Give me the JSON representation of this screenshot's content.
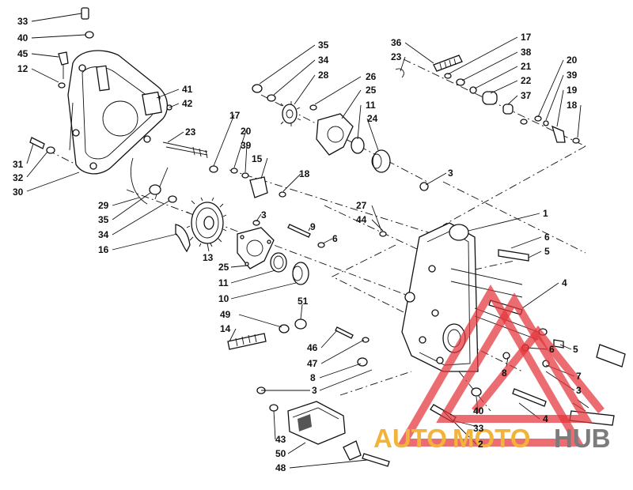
{
  "watermark": {
    "auto": "AUTO",
    "moto": "MOTO",
    "hub": "HUB",
    "colors": {
      "auto": "#f2b33a",
      "moto": "#f2b33a",
      "hub": "#7c7c7c",
      "triangle": "#e3343a"
    }
  },
  "labels": [
    {
      "id": "c33a",
      "text": "33"
    },
    {
      "id": "c40a",
      "text": "40"
    },
    {
      "id": "c45",
      "text": "45"
    },
    {
      "id": "c12",
      "text": "12"
    },
    {
      "id": "c31",
      "text": "31"
    },
    {
      "id": "c32",
      "text": "32"
    },
    {
      "id": "c30",
      "text": "30"
    },
    {
      "id": "c41",
      "text": "41"
    },
    {
      "id": "c42",
      "text": "42"
    },
    {
      "id": "c23a",
      "text": "23"
    },
    {
      "id": "c29",
      "text": "29"
    },
    {
      "id": "c35a",
      "text": "35"
    },
    {
      "id": "c34a",
      "text": "34"
    },
    {
      "id": "c16",
      "text": "16"
    },
    {
      "id": "c13",
      "text": "13"
    },
    {
      "id": "c25a",
      "text": "25"
    },
    {
      "id": "c11a",
      "text": "11"
    },
    {
      "id": "c10",
      "text": "10"
    },
    {
      "id": "c17a",
      "text": "17"
    },
    {
      "id": "c20a",
      "text": "20"
    },
    {
      "id": "c39a",
      "text": "39"
    },
    {
      "id": "c15",
      "text": "15"
    },
    {
      "id": "c18a",
      "text": "18"
    },
    {
      "id": "c3a",
      "text": "3"
    },
    {
      "id": "c9",
      "text": "9"
    },
    {
      "id": "c6a",
      "text": "6"
    },
    {
      "id": "c35b",
      "text": "35"
    },
    {
      "id": "c34b",
      "text": "34"
    },
    {
      "id": "c28",
      "text": "28"
    },
    {
      "id": "c26",
      "text": "26"
    },
    {
      "id": "c25b",
      "text": "25"
    },
    {
      "id": "c11b",
      "text": "11"
    },
    {
      "id": "c24",
      "text": "24"
    },
    {
      "id": "c36",
      "text": "36"
    },
    {
      "id": "c23b",
      "text": "23"
    },
    {
      "id": "c17b",
      "text": "17"
    },
    {
      "id": "c38",
      "text": "38"
    },
    {
      "id": "c21",
      "text": "21"
    },
    {
      "id": "c22",
      "text": "22"
    },
    {
      "id": "c37",
      "text": "37"
    },
    {
      "id": "c20b",
      "text": "20"
    },
    {
      "id": "c39b",
      "text": "39"
    },
    {
      "id": "c19",
      "text": "19"
    },
    {
      "id": "c18b",
      "text": "18"
    },
    {
      "id": "c3b",
      "text": "3"
    },
    {
      "id": "c27",
      "text": "27"
    },
    {
      "id": "c44",
      "text": "44"
    },
    {
      "id": "c1",
      "text": "1"
    },
    {
      "id": "c6b",
      "text": "6"
    },
    {
      "id": "c5a",
      "text": "5"
    },
    {
      "id": "c4a",
      "text": "4"
    },
    {
      "id": "c49",
      "text": "49"
    },
    {
      "id": "c51",
      "text": "51"
    },
    {
      "id": "c14",
      "text": "14"
    },
    {
      "id": "c46",
      "text": "46"
    },
    {
      "id": "c47",
      "text": "47"
    },
    {
      "id": "c8a",
      "text": "8"
    },
    {
      "id": "c3c",
      "text": "3"
    },
    {
      "id": "c6c",
      "text": "6"
    },
    {
      "id": "c5b",
      "text": "5"
    },
    {
      "id": "c8b",
      "text": "8"
    },
    {
      "id": "c7",
      "text": "7"
    },
    {
      "id": "c3d",
      "text": "3"
    },
    {
      "id": "c40b",
      "text": "40"
    },
    {
      "id": "c33b",
      "text": "33"
    },
    {
      "id": "c4b",
      "text": "4"
    },
    {
      "id": "c2",
      "text": "2"
    },
    {
      "id": "c43",
      "text": "43"
    },
    {
      "id": "c50",
      "text": "50"
    },
    {
      "id": "c48",
      "text": "48"
    }
  ]
}
